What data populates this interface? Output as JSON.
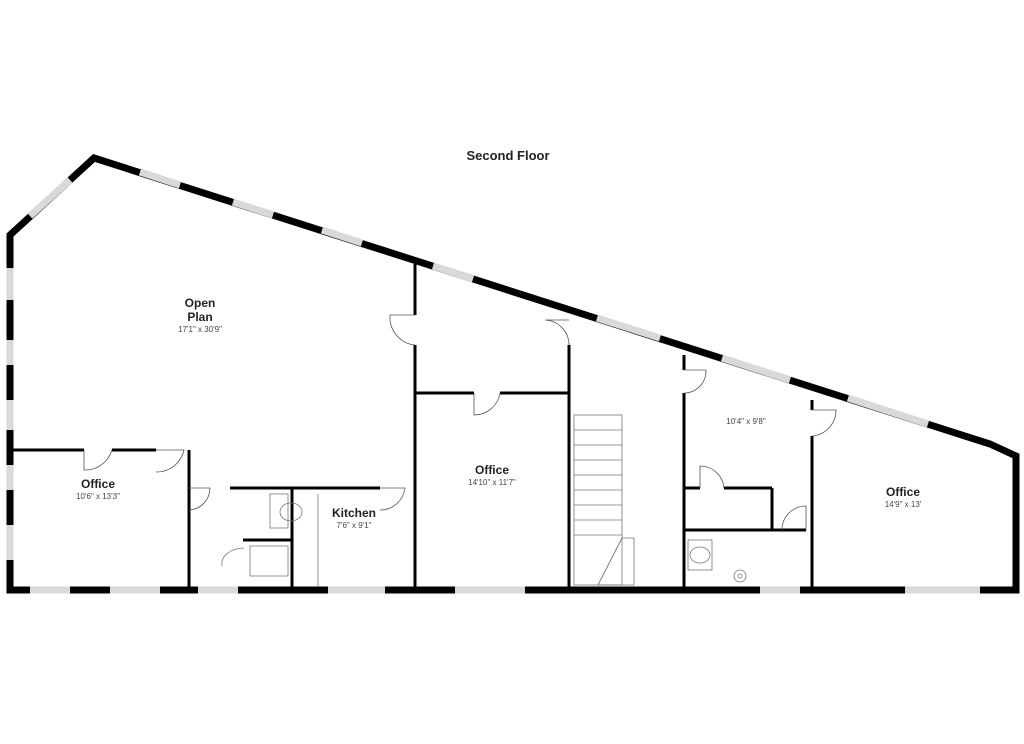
{
  "title": "Second Floor",
  "rooms": {
    "open_plan": {
      "name_line1": "Open",
      "name_line2": "Plan",
      "dims": "17'1\" x 30'9\""
    },
    "office_left": {
      "name": "Office",
      "dims": "10'6\" x 13'3\""
    },
    "kitchen": {
      "name": "Kitchen",
      "dims": "7'6\" x 9'1\""
    },
    "office_center": {
      "name": "Office",
      "dims": "14'10\" x 11'7\""
    },
    "small_room": {
      "dims": "10'4\" x 9'8\""
    },
    "office_right": {
      "name": "Office",
      "dims": "14'9\" x 13'"
    }
  },
  "colors": {
    "wall": "#000000",
    "window": "#d9d9d9",
    "background": "#ffffff"
  }
}
